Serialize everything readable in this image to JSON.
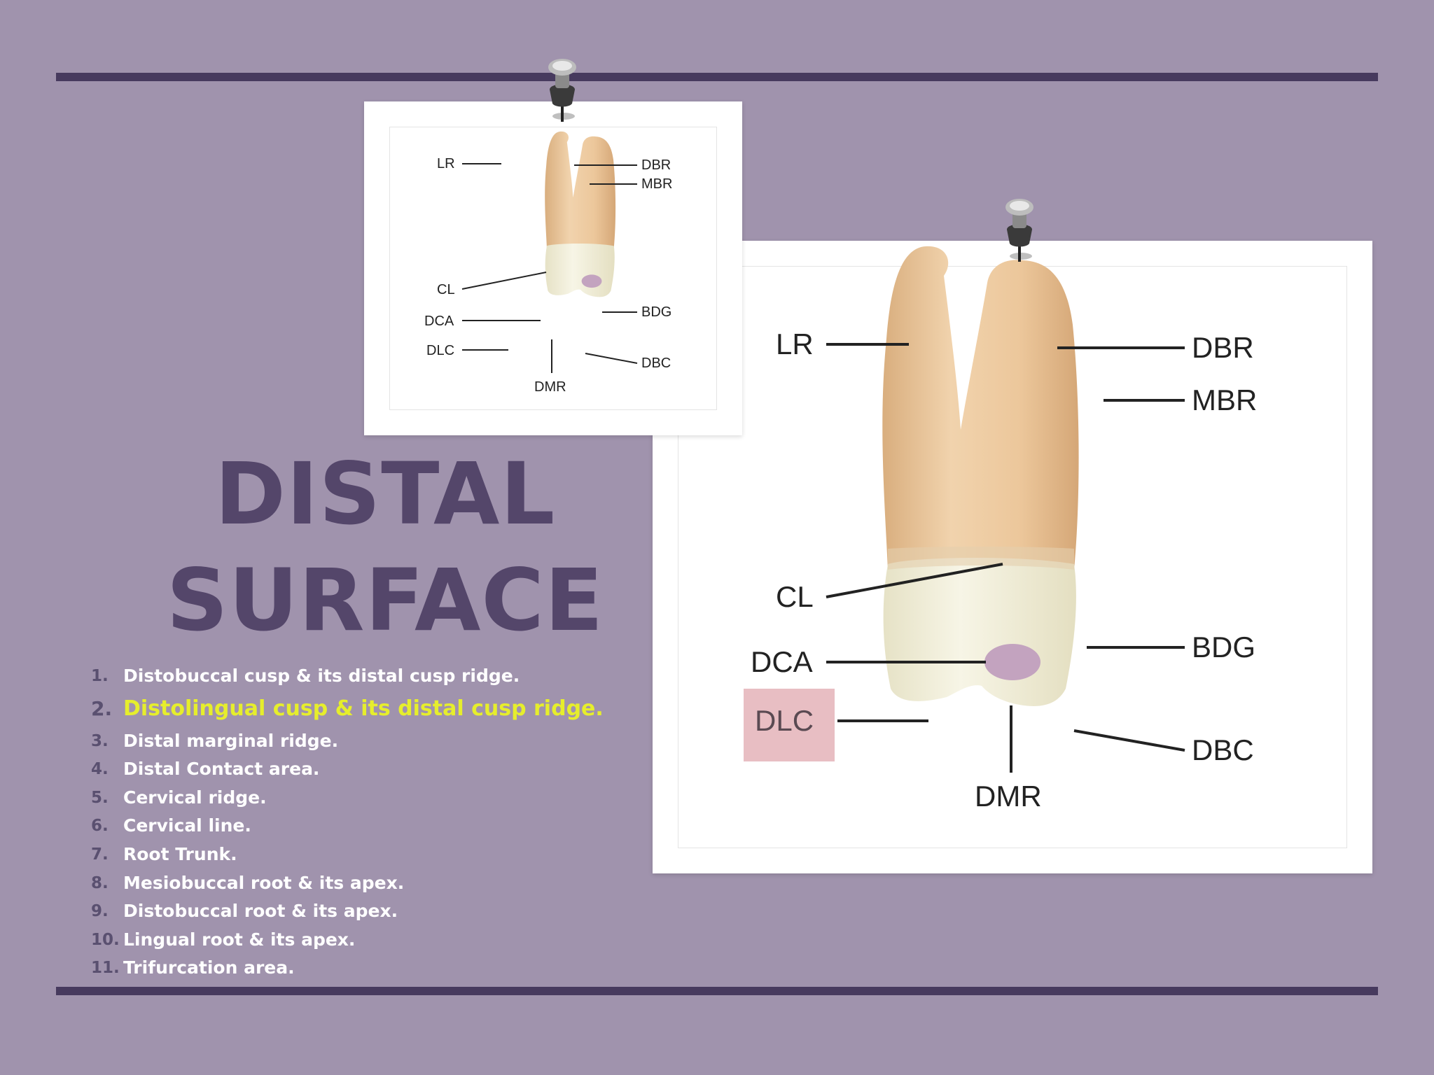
{
  "slide": {
    "title_line1": "DISTAL",
    "title_line2": "SURFACE"
  },
  "points": [
    {
      "num": "1.",
      "text": "Distobuccal cusp  & its distal cusp ridge."
    },
    {
      "num": "2.",
      "text": "Distolingual cusp & its distal cusp ridge."
    },
    {
      "num": "3.",
      "text": "Distal marginal ridge."
    },
    {
      "num": "4.",
      "text": "Distal Contact area."
    },
    {
      "num": "5.",
      "text": "Cervical  ridge."
    },
    {
      "num": "6.",
      "text": "Cervical line."
    },
    {
      "num": "7.",
      "text": "Root Trunk."
    },
    {
      "num": "8.",
      "text": "Mesiobuccal root & its apex."
    },
    {
      "num": "9.",
      "text": "Distobuccal root & its apex."
    },
    {
      "num": "10.",
      "text": "Lingual root & its apex."
    },
    {
      "num": "11.",
      "text": "Trifurcation area."
    }
  ],
  "diagram": {
    "labels": {
      "lr": "LR",
      "dbr": "DBR",
      "mbr": "MBR",
      "cl": "CL",
      "dca": "DCA",
      "dlc": "DLC",
      "bdg": "BDG",
      "dbc": "DBC",
      "dmr": "DMR"
    },
    "highlight_label": "dlc"
  },
  "colors": {
    "background": "#a093ad",
    "rule": "#473a5e",
    "title": "#54466a",
    "highlight_text": "#e6ee2c",
    "root": "#e9c9a0",
    "crown": "#f3f0dc",
    "contact_area": "#c3a3bf",
    "label_highlight": "#e8bec3"
  },
  "icons": [
    "push-pin-icon"
  ]
}
